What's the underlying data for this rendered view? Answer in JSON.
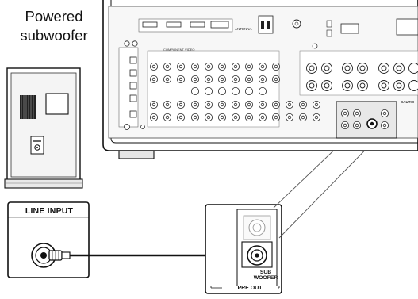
{
  "labels": {
    "title_line1": "Powered",
    "title_line2": "subwoofer",
    "line_input": "LINE INPUT",
    "sub_woofer_line1": "SUB",
    "sub_woofer_line2": "WOOFER",
    "pre_out": "PRE OUT",
    "antenna": "ANTENNA",
    "component_video": "COMPONENT VIDEO",
    "caution": "CAUTIO"
  }
}
